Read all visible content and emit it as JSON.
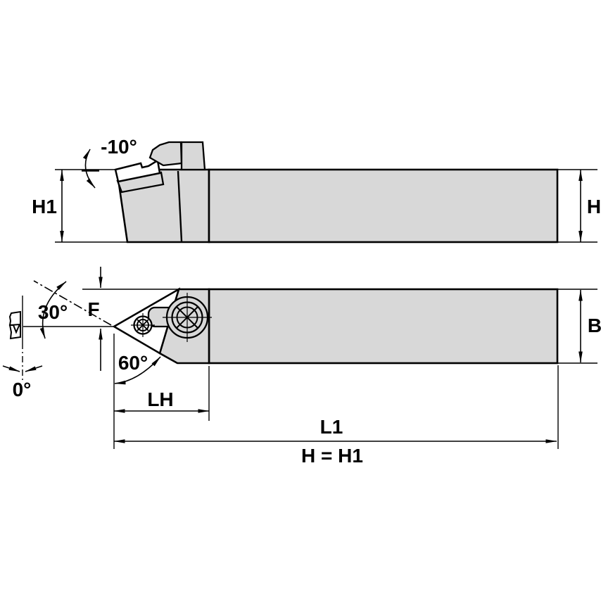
{
  "drawing": {
    "type": "tool-holder-engineering-drawing",
    "labels": {
      "rake_angle": "-10°",
      "height_head": "H1",
      "height_shank": "H",
      "lead_angle": "30°",
      "offset_f": "F",
      "zero_angle": "0°",
      "shank_width": "B",
      "insert_angle": "60°",
      "head_length": "LH",
      "overall_length": "L1",
      "height_note": "H = H1"
    },
    "colors": {
      "part_fill": "#d8d8d8",
      "line": "#000000",
      "background": "#ffffff"
    }
  }
}
